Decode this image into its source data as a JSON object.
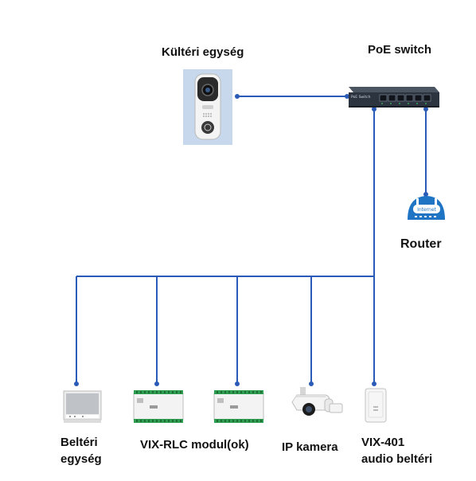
{
  "labels": {
    "outdoor_unit": "Kültéri egység",
    "poe_switch": "PoE switch",
    "router": "Router",
    "indoor_unit_line1": "Beltéri",
    "indoor_unit_line2": "egység",
    "rlc_module": "VIX-RLC modul(ok)",
    "ip_camera": "IP kamera",
    "audio_line1": "VIX-401",
    "audio_line2": "audio beltéri"
  },
  "router_badge": "Internet",
  "colors": {
    "link": "#2a5bb8",
    "label": "#111111",
    "panel_bg": "#c8d8ec",
    "router_blue": "#1f74c4",
    "switch_body": "#2c3440"
  }
}
